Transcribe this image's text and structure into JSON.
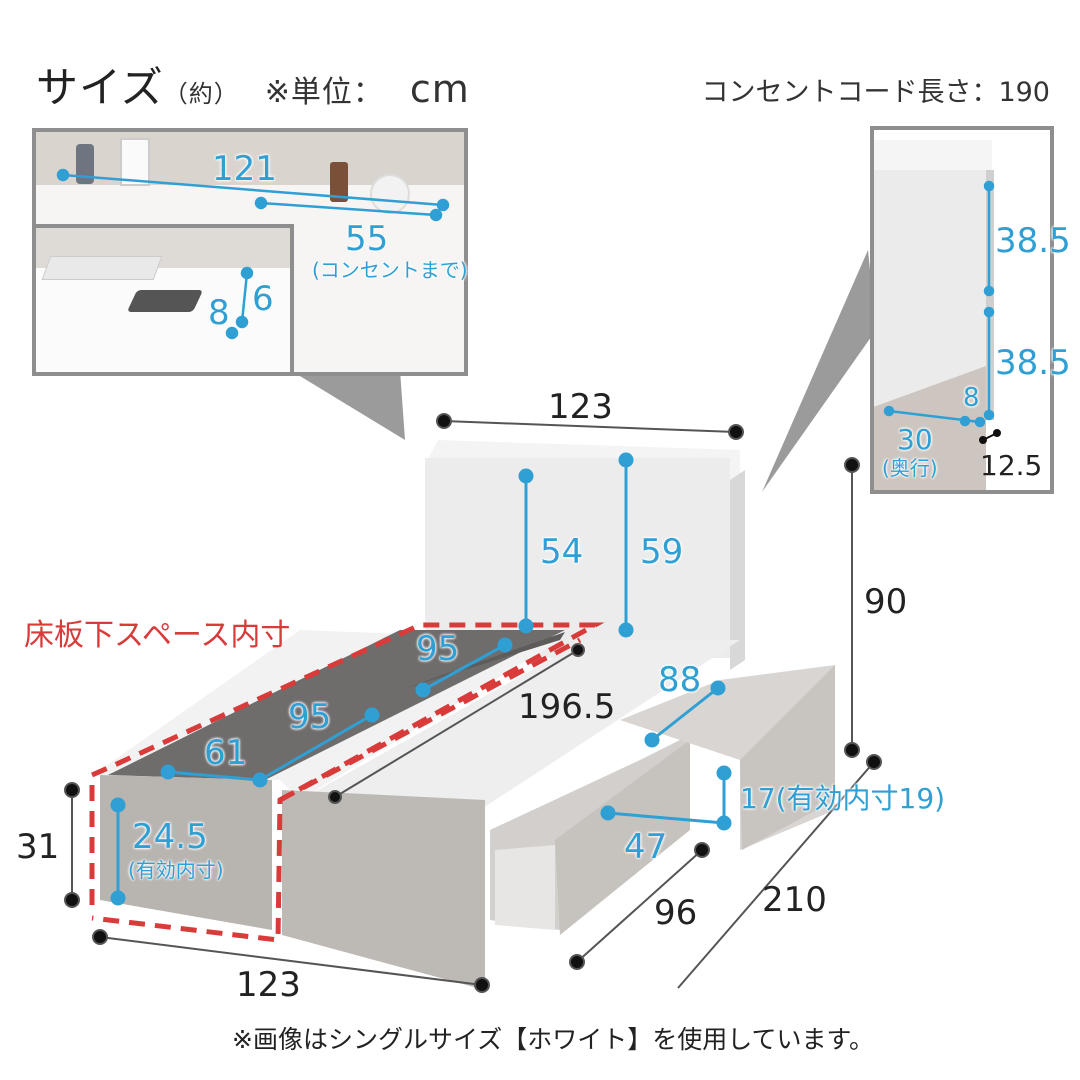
{
  "header": {
    "title": "サイズ",
    "approx": "（約）",
    "unit_label": "※単位：",
    "unit_value": "cm",
    "cord_length_label": "コンセントコード長さ：",
    "cord_length_value": "190"
  },
  "inset_top_left": {
    "shelf_width": "121",
    "outlet_distance": "55",
    "outlet_distance_note": "(コンセントまで)",
    "outlet_height_a": "8",
    "outlet_height_b": "6"
  },
  "inset_top_right": {
    "shelf_upper_height": "38.5",
    "shelf_lower_height": "38.5",
    "shelf_depth": "30",
    "shelf_depth_note": "(奥行)",
    "shelf_inner_gap": "8",
    "headboard_depth": "12.5"
  },
  "headboard": {
    "width": "123",
    "height_inner": "54",
    "height_outer": "59"
  },
  "frame": {
    "overall_height": "90",
    "length_inner": "196.5",
    "length_total": "210",
    "width_total": "123",
    "side_height": "31",
    "under_space_label": "床板下スペース内寸",
    "under_space_len_a": "95",
    "under_space_len_b": "95",
    "under_space_width": "61",
    "under_space_height": "24.5",
    "under_space_height_note": "(有効内寸)"
  },
  "drawers": {
    "length": "88",
    "width": "47",
    "height": "17(有効内寸19)",
    "pulled_out_extent": "96"
  },
  "footnote": "※画像はシングルサイズ【ホワイト】を使用しています。",
  "colors": {
    "dimension_blue": "#2f9fd4",
    "dimension_black": "#111111",
    "highlight_red": "#d93a3a",
    "frame_gray": "#b9b5b1",
    "under_space_dark": "#6d6a6a"
  }
}
